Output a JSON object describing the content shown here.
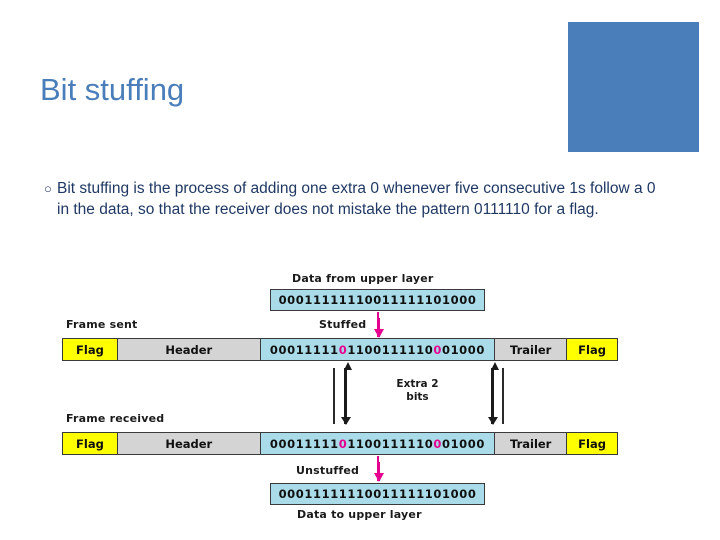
{
  "slide": {
    "title": "Bit stuffing",
    "accent_color": "#4a7ebb",
    "title_color": "#4a7ebb",
    "body_color": "#1f3864",
    "bullet_glyph": "○",
    "bullet_text": "Bit stuffing is the process of adding one extra 0 whenever five consecutive 1s follow a 0 in the data, so that the receiver does not mistake the pattern 0111110 for a flag."
  },
  "figure": {
    "upper_layer": {
      "caption": "Data from upper layer",
      "bits": "00011111110011111101000"
    },
    "frame_sent": {
      "caption": "Frame sent",
      "stuffed_label": "Stuffed",
      "cells": [
        {
          "label": "Flag",
          "name": "flag"
        },
        {
          "label": "Header",
          "name": "header"
        },
        {
          "label": "",
          "name": "data"
        },
        {
          "label": "Trailer",
          "name": "trailer"
        },
        {
          "label": "Flag",
          "name": "flag-end"
        }
      ],
      "data_segments": [
        {
          "text": "00011111",
          "stuffed": false
        },
        {
          "text": "0",
          "stuffed": true
        },
        {
          "text": "1100111110",
          "stuffed": false
        },
        {
          "text": "0",
          "stuffed": true
        },
        {
          "text": "01000",
          "stuffed": false
        }
      ]
    },
    "extra_note": "Extra 2\nbits",
    "extra_note_line1": "Extra 2",
    "extra_note_line2": "bits",
    "frame_received": {
      "caption": "Frame received",
      "cells": [
        {
          "label": "Flag",
          "name": "flag"
        },
        {
          "label": "Header",
          "name": "header"
        },
        {
          "label": "",
          "name": "data"
        },
        {
          "label": "Trailer",
          "name": "trailer"
        },
        {
          "label": "Flag",
          "name": "flag-end"
        }
      ],
      "data_segments": [
        {
          "text": "00011111",
          "stuffed": false
        },
        {
          "text": "0",
          "stuffed": true
        },
        {
          "text": "1100111110",
          "stuffed": false
        },
        {
          "text": "0",
          "stuffed": true
        },
        {
          "text": "01000",
          "stuffed": false
        }
      ]
    },
    "to_upper_layer": {
      "unstuffed_label": "Unstuffed",
      "bits": "00011111110011111101000",
      "caption": "Data to upper layer"
    },
    "colors": {
      "data_fill": "#a9dce8",
      "flag_fill": "#ffff00",
      "header_fill": "#d4d4d4",
      "stuff_marker": "#e6008f",
      "outline": "#3a3a3a"
    }
  }
}
